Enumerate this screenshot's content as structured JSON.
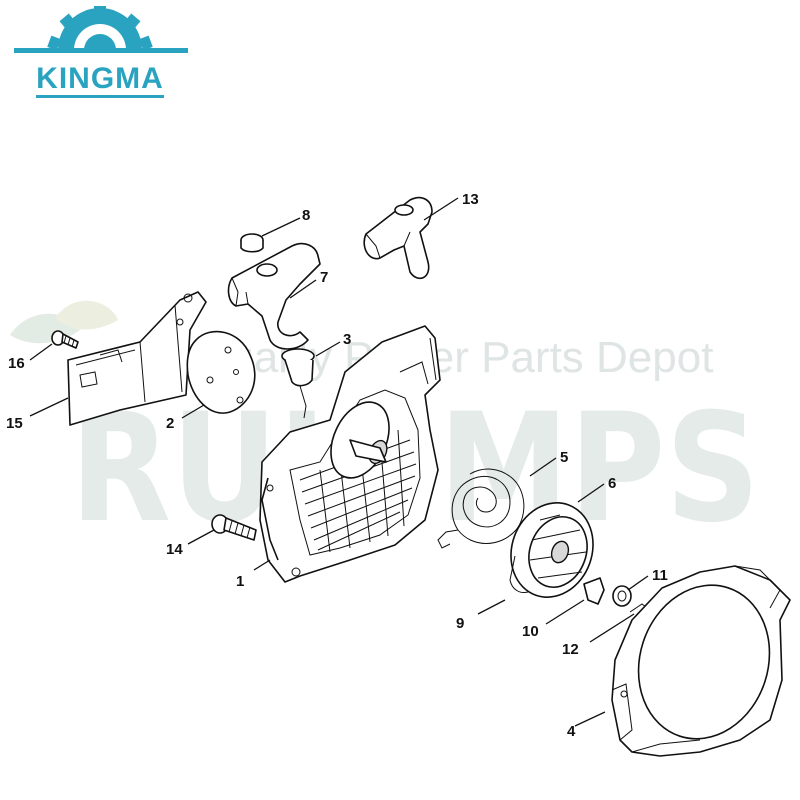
{
  "brand": {
    "name": "KINGMA",
    "color": "#2aa3c0"
  },
  "watermark": {
    "subtitle": "Quality Power Parts Depot",
    "big_text": "RUIOMPS"
  },
  "callouts": [
    {
      "id": "1",
      "label": "1"
    },
    {
      "id": "2",
      "label": "2"
    },
    {
      "id": "3",
      "label": "3"
    },
    {
      "id": "4",
      "label": "4"
    },
    {
      "id": "5",
      "label": "5"
    },
    {
      "id": "6",
      "label": "6"
    },
    {
      "id": "7",
      "label": "7"
    },
    {
      "id": "8",
      "label": "8"
    },
    {
      "id": "9",
      "label": "9"
    },
    {
      "id": "10",
      "label": "10"
    },
    {
      "id": "11",
      "label": "11"
    },
    {
      "id": "12",
      "label": "12"
    },
    {
      "id": "13",
      "label": "13"
    },
    {
      "id": "14",
      "label": "14"
    },
    {
      "id": "15",
      "label": "15"
    },
    {
      "id": "16",
      "label": "16"
    }
  ]
}
